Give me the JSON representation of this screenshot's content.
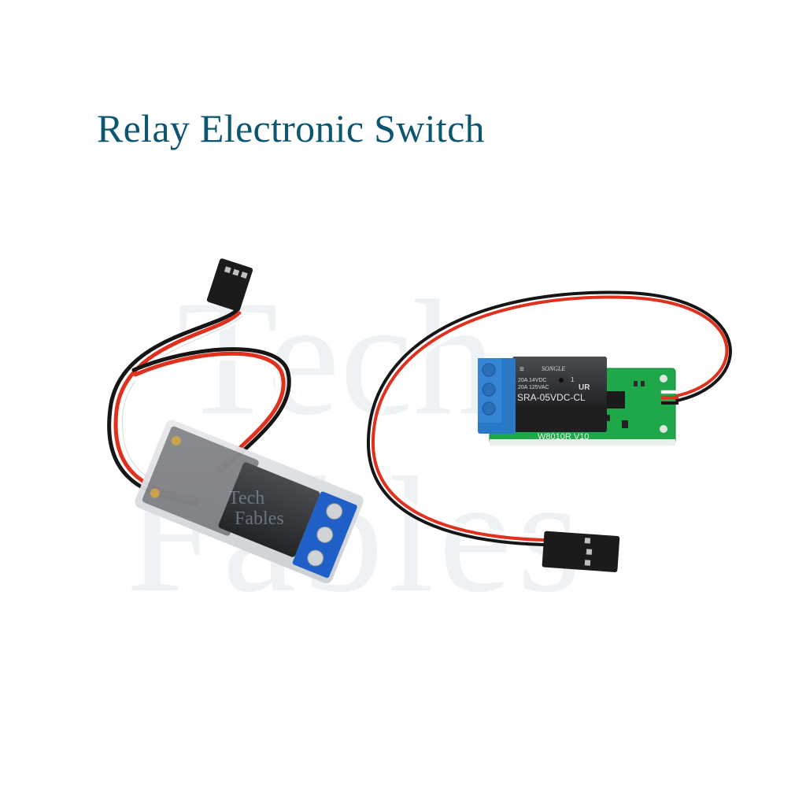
{
  "title": "Relay Electronic Switch",
  "watermark": {
    "line1": "Tech",
    "line2": "Fables",
    "small_line1": "Tech",
    "small_line2": "Fables"
  },
  "products": [
    {
      "name": "Enclosed relay module (left)",
      "connector": "3-pin servo connector",
      "wire_colors": [
        "#ffffff",
        "#e0301e",
        "#151515"
      ],
      "terminal_color": "#1f5fc8"
    },
    {
      "name": "Green PCB relay module (right)",
      "relay_brand": "SONGLE",
      "relay_rating_1": "20A 14VDC",
      "relay_rating_2": "20A 125VAC",
      "relay_model": "SRA-05VDC-CL",
      "relay_pin_mark": "1",
      "cert_mark": "UR",
      "board_label": "W8010R  V10",
      "pcb_color": "#1ea84a",
      "terminal_color": "#2a78c8",
      "connector": "3-pin servo connector"
    }
  ]
}
